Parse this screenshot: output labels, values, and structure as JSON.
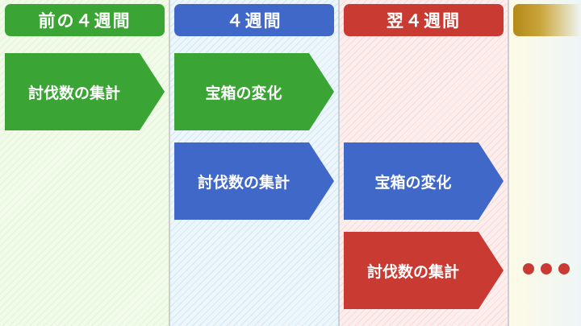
{
  "columns": [
    {
      "header": "前の４週間",
      "header_color": "#3aa535",
      "arrows": [
        {
          "label": "討伐数の集計",
          "color": "#3aa535"
        }
      ]
    },
    {
      "header": "４週間",
      "header_color": "#4068c9",
      "arrows": [
        {
          "label": "宝箱の変化",
          "color": "#3aa535"
        },
        {
          "label": "討伐数の集計",
          "color": "#4068c9"
        }
      ]
    },
    {
      "header": "翌４週間",
      "header_color": "#c93b32",
      "arrows": [
        {
          "label": "宝箱の変化",
          "color": "#4068c9"
        },
        {
          "label": "討伐数の集計",
          "color": "#c93b32"
        }
      ]
    },
    {
      "header": "",
      "header_color": "#b38a1a",
      "continuation": "ellipsis-dots",
      "dot_color": "#c93b32"
    }
  ]
}
